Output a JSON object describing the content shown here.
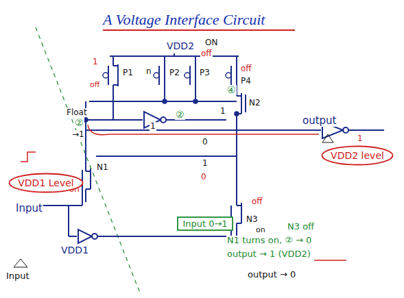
{
  "diagram": {
    "title": "A Voltage Interface Circuit",
    "nodes": [
      {
        "text": [
          "VDD1 Level"
        ]
      },
      {
        "text": [
          "VDD2 level"
        ]
      },
      {
        "text": [
          "Input 0→1"
        ]
      }
    ],
    "labels": [
      "VDD2",
      "P1",
      "P2",
      "P3",
      "P4",
      "1",
      "off",
      "n",
      "off",
      "ON",
      "off",
      "Float",
      "②",
      "→1",
      "1",
      "②",
      "1",
      "④",
      "N2",
      "output",
      "1",
      "0",
      "1",
      "N1",
      "on",
      "0",
      "N3",
      "off",
      "on",
      "VDD1",
      "Input",
      "Input",
      "N3 off",
      "N1 turns on, ② → 0",
      "output → 1 (VDD2)",
      "output → 0"
    ]
  }
}
